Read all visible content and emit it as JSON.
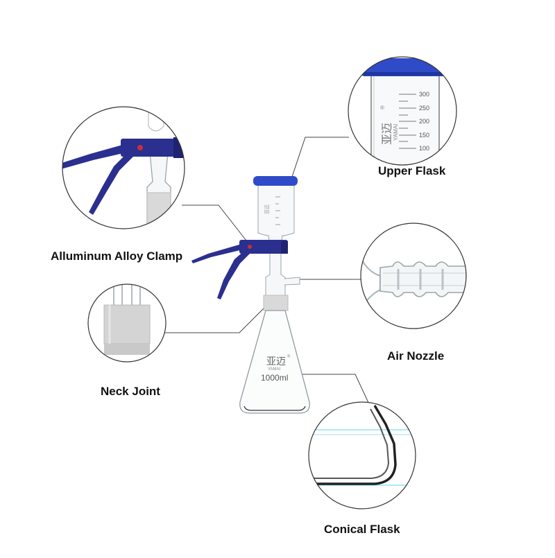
{
  "labels": {
    "upper_flask": "Upper Flask",
    "clamp": "Alluminum Alloy Clamp",
    "air_nozzle": "Air Nozzle",
    "neck_joint": "Neck Joint",
    "conical_flask": "Conical Flask"
  },
  "flask_text": {
    "brand_cn": "亚迈",
    "brand_en": "YAMAI",
    "registered": "®",
    "volume": "1000ml"
  },
  "graduations": [
    "300",
    "250",
    "200",
    "150",
    "100"
  ],
  "colors": {
    "clamp_blue": "#2b2f8f",
    "lid_blue": "#2f4bc8",
    "glass_outline": "#9aa6ad",
    "ptfe_gray": "#d9d9d9",
    "leader_line": "#444444",
    "cyan_line": "#5fd3e8"
  }
}
